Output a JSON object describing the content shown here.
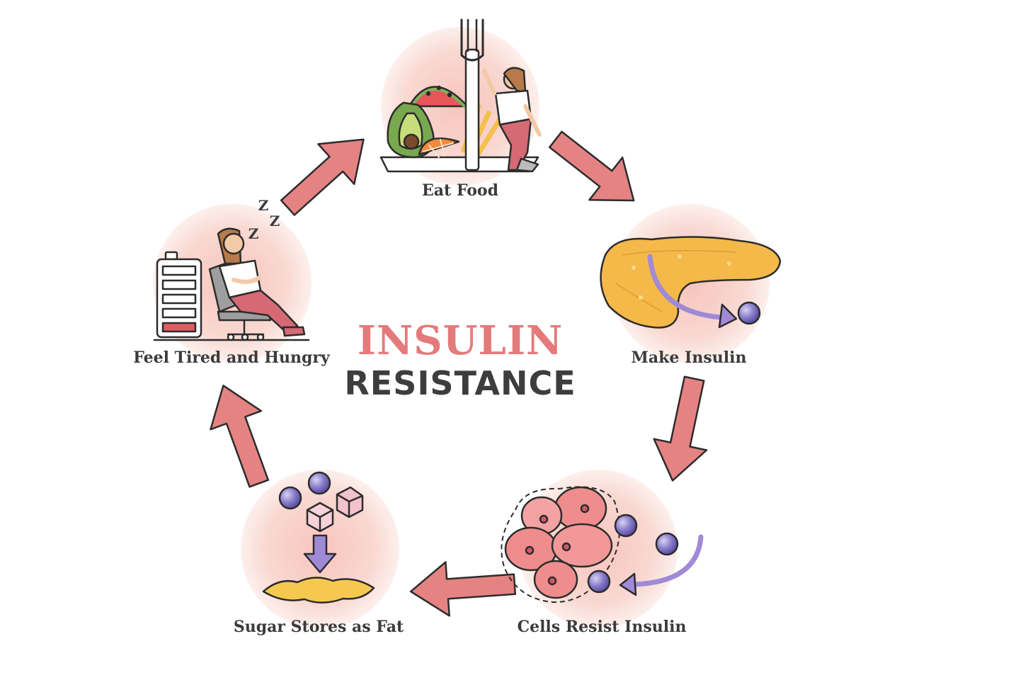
{
  "title": {
    "line1": "INSULIN",
    "line2": "RESISTANCE"
  },
  "steps": [
    {
      "label": "Eat Food",
      "icon": "food-plate-icon"
    },
    {
      "label": "Make Insulin",
      "icon": "pancreas-icon"
    },
    {
      "label": "Cells Resist Insulin",
      "icon": "cells-icon"
    },
    {
      "label": "Sugar Stores as Fat",
      "icon": "sugar-fat-icon"
    },
    {
      "label": "Feel Tired and Hungry",
      "icon": "tired-person-icon"
    }
  ],
  "decor": {
    "sleep_glyph": "Z"
  },
  "colors": {
    "title_accent": "#e47a7a",
    "title_dark": "#3d3d3d",
    "arrow_fill": "#e58383",
    "circle_center": "#f7c8c0",
    "circle_edge": "#fdf1ee",
    "insulin_ball": "#7f73c6",
    "pancreas": "#f4b94c",
    "cells": "#ef8d8d",
    "fat": "#f5c94f",
    "purple_arrow": "#a08ad6"
  }
}
